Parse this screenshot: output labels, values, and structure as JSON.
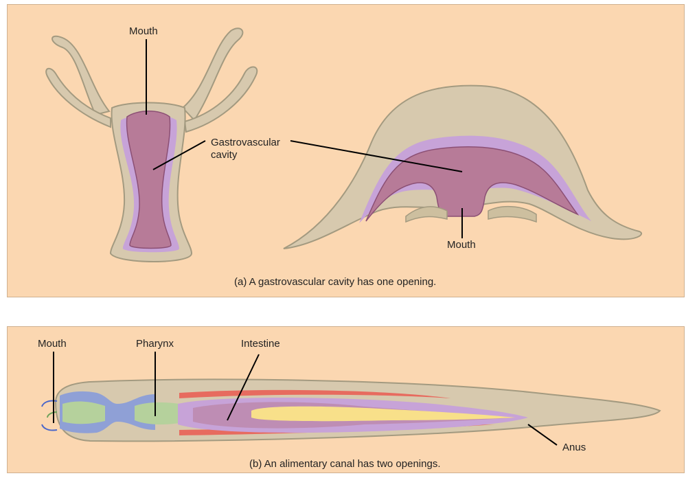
{
  "panel_a": {
    "label_mouth_left": "Mouth",
    "label_gastrovascular_line1": "Gastrovascular",
    "label_gastrovascular_line2": "cavity",
    "label_mouth_right": "Mouth",
    "caption": "(a) A gastrovascular cavity has one opening."
  },
  "panel_b": {
    "label_mouth": "Mouth",
    "label_pharynx": "Pharynx",
    "label_intestine": "Intestine",
    "label_anus": "Anus",
    "caption": "(b) An alimentary canal has two openings."
  },
  "colors": {
    "background": "#fbd7b1",
    "body_wall": "#d7c9ae",
    "body_outline": "#a39a80",
    "gut_lining": "#c7a3d8",
    "cavity": "#b77b98",
    "pharynx": "#b5d19c",
    "mouth_region": "#8fa0d6",
    "blood_vessel": "#e76b5f",
    "yolk": "#f8e08a"
  }
}
